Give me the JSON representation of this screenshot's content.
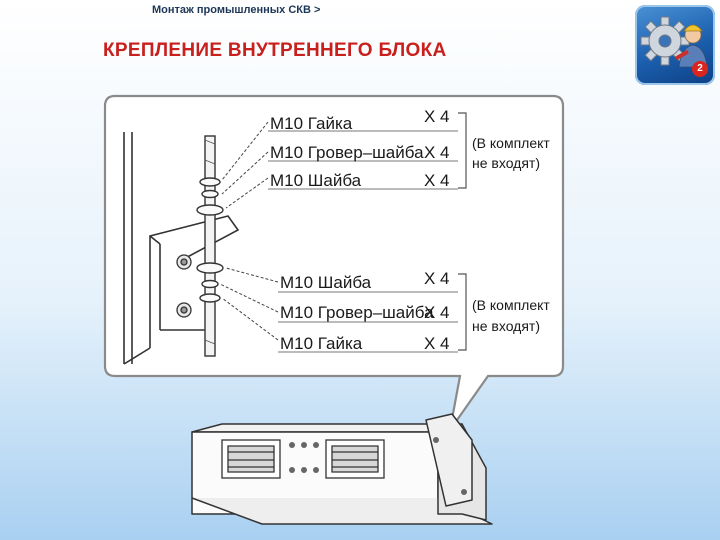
{
  "header": {
    "breadcrumb": "Монтаж промышленных СКВ >",
    "title": "КРЕПЛЕНИЕ ВНУТРЕННЕГО БЛОКА"
  },
  "logo": {
    "icon": "gear-and-worker-icon",
    "badge": "2"
  },
  "diagram": {
    "top_group": {
      "items": [
        {
          "name": "M10 Гайка",
          "qty": "X 4"
        },
        {
          "name": "M10 Гровер–шайба",
          "qty": "X 4"
        },
        {
          "name": "M10 Шайба",
          "qty": "X 4"
        }
      ],
      "note_line1": "(В комплект",
      "note_line2": "не входят)"
    },
    "bottom_group": {
      "items": [
        {
          "name": "M10 Шайба",
          "qty": "X 4"
        },
        {
          "name": "M10 Гровер–шайба",
          "qty": "X 4"
        },
        {
          "name": "M10 Гайка",
          "qty": "X 4"
        }
      ],
      "note_line1": "(В комплект",
      "note_line2": "не входят)"
    }
  },
  "colors": {
    "title": "#c8201c",
    "breadcrumb": "#1d3658",
    "callout_border": "#8a8a8a"
  }
}
